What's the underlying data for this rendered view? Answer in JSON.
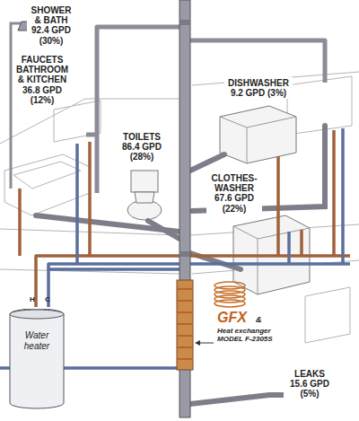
{
  "diagram": {
    "nodes": [
      {
        "text": [
          "Water heater"
        ]
      }
    ],
    "labels": [
      "SHOWER & BATH 92.4 GPD (30%)",
      "FAUCETS BATHROOM & KITCHEN 36.8 GPD (12%)",
      "DISHWASHER 9.2 GPD (3%)",
      "TOILETS 86.4 GPD (28%)",
      "CLOTHES-WASHER 67.6 GPD (22%)",
      "H",
      "C",
      "GFX",
      "&",
      "Heat exchanger MODEL F-2305S",
      "LEAKS 15.6 GPD (5%)"
    ]
  }
}
